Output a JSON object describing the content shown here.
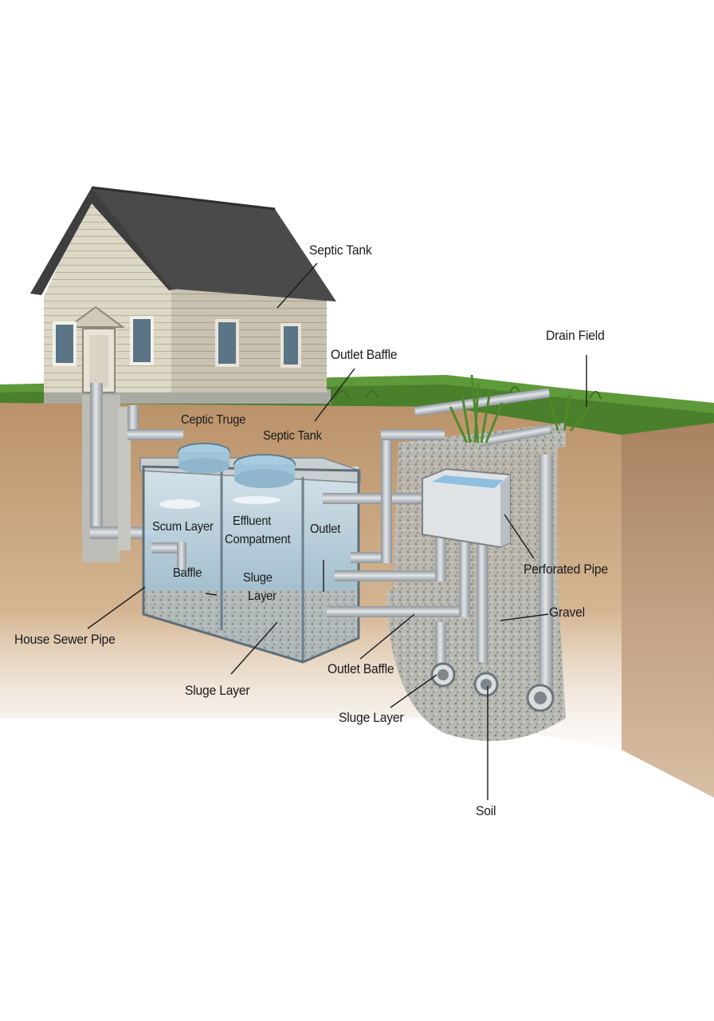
{
  "labels": {
    "septic_tank_top": "Septic Tank",
    "drain_field": "Drain Field",
    "outlet_baffle_top": "Outlet Baffle",
    "ceptic_truge": "Ceptic Truge",
    "septic_tank_mid": "Septic Tank",
    "scum_layer": "Scum Layer",
    "effluent_line1": "Effluent",
    "effluent_line2": "Compatment",
    "outlet": "Outlet",
    "baffle": "Baffle",
    "sluge_line1": "Sluge",
    "sluge_line2": "Layer",
    "perforated_pipe": "Perforated Pipe",
    "gravel": "Gravel",
    "house_sewer_pipe": "House Sewer Pipe",
    "outlet_baffle_bottom": "Outlet Baffle",
    "sludge_layer_left": "Sluge Layer",
    "sludge_layer_right": "Sluge Layer",
    "soil": "Soil"
  },
  "colors": {
    "grass": "#5e9a3a",
    "soil": "#c8a27a",
    "gravel": "#b3b3ad",
    "water": "#9fc6dc",
    "pipe": "#b9bfc4",
    "house_siding": "#d9d3c2",
    "roof": "#4a4a4a"
  }
}
